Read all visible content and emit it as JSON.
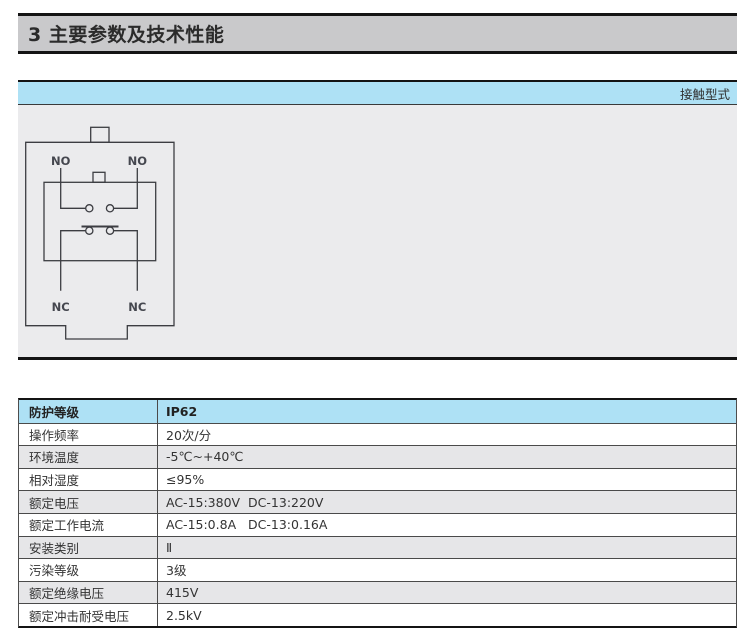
{
  "section_header": {
    "title": "3 主要参数及技术性能"
  },
  "contact_panel": {
    "title": "接触型式",
    "diagram": {
      "type": "contact-schematic",
      "terminals": {
        "top_left": "NO",
        "top_right": "NO",
        "bottom_left": "NC",
        "bottom_right": "NC"
      }
    }
  },
  "spec_table": {
    "rows": [
      {
        "label": "防护等级",
        "value": "IP62"
      },
      {
        "label": "操作频率",
        "value": "20次/分"
      },
      {
        "label": "环境温度",
        "value": "-5℃~+40℃"
      },
      {
        "label": "相对湿度",
        "value": "≤95%"
      },
      {
        "label": "额定电压",
        "value": "AC-15:380V  DC-13:220V"
      },
      {
        "label": "额定工作电流",
        "value": "AC-15:0.8A   DC-13:0.16A"
      },
      {
        "label": "安装类别",
        "value": "Ⅱ"
      },
      {
        "label": "污染等级",
        "value": "3级"
      },
      {
        "label": "额定绝缘电压",
        "value": "415V"
      },
      {
        "label": "额定冲击耐受电压",
        "value": "2.5kV"
      }
    ]
  },
  "colors": {
    "accent_blue": "#aee1f5",
    "header_gray": "#c9c9cb",
    "panel_gray": "#ebebed",
    "row_alt_gray": "#e6e6e8",
    "border_dark": "#141414"
  }
}
